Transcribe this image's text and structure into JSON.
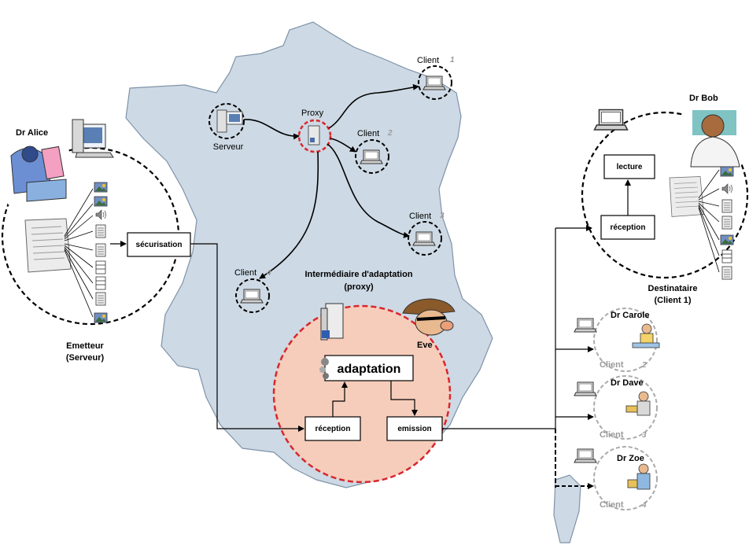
{
  "colors": {
    "map_fill": "#cdd9e4",
    "map_stroke": "#7f93a8",
    "proxy_circle_fill": "#f6cdbb",
    "proxy_circle_stroke": "#d9262c",
    "client_gray": "#9a9a9a"
  },
  "labels": {
    "dr_alice": "Dr Alice",
    "emitter": "Emetteur",
    "emitter_sub": "(Serveur)",
    "securisation": "sécurisation",
    "serveur": "Serveur",
    "proxy": "Proxy",
    "client": "Client",
    "client_1_num": "1",
    "client_2_num": "2",
    "client_3_num": "3",
    "client_4_num": "4",
    "proxy_title": "Intermédiaire d'adaptation",
    "proxy_title_sub": "(proxy)",
    "eve": "Eve",
    "adaptation": "adaptation",
    "reception": "réception",
    "emission": "emission",
    "dr_bob": "Dr Bob",
    "lecture": "lecture",
    "reception_bob": "réception",
    "destinataire": "Destinataire",
    "destinataire_sub": "(Client 1)",
    "dr_carole": "Dr Carole",
    "dr_dave": "Dr Dave",
    "dr_zoe": "Dr Zoe"
  },
  "icons": [
    "computer-icon",
    "laptop-icon",
    "server-icon",
    "document-icon",
    "image-icon",
    "audio-icon",
    "doctor-icon",
    "spy-icon",
    "gear-icon"
  ]
}
